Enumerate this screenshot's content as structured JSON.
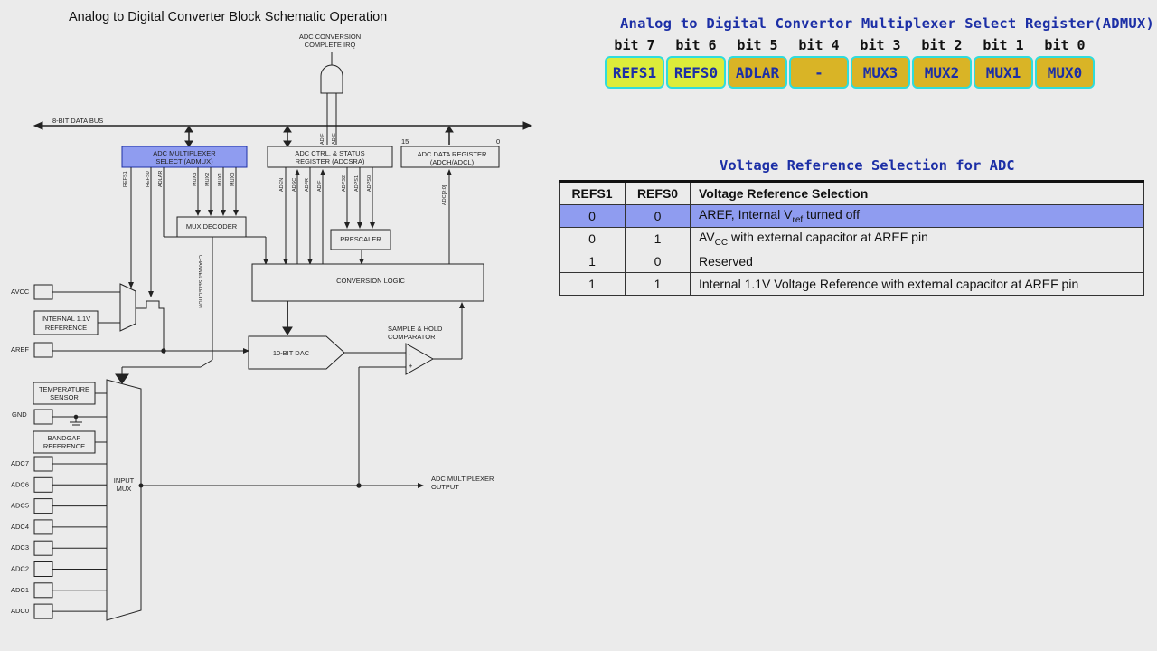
{
  "left_title": "Analog to Digital Converter Block Schematic Operation",
  "diagram": {
    "irq_label_1": "ADC CONVERSION",
    "irq_label_2": "COMPLETE IRQ",
    "bus_label": "8-BIT DATA BUS",
    "admux_1": "ADC MULTIPLEXER",
    "admux_2": "SELECT (ADMUX)",
    "adcsra_1": "ADC CTRL. & STATUS",
    "adcsra_2": "REGISTER (ADCSRA)",
    "adcdata_1": "ADC DATA REGISTER",
    "adcdata_2": "(ADCH/ADCL)",
    "bit15": "15",
    "bit0": "0",
    "adif": "ADIF",
    "adie": "ADIE",
    "refs1": "REFS1",
    "refs0": "REFS0",
    "adlar": "ADLAR",
    "mux3": "MUX3",
    "mux2": "MUX2",
    "mux1": "MUX1",
    "mux0": "MUX0",
    "aden": "ADEN",
    "adsc": "ADSC",
    "adfr": "ADFR",
    "adps2": "ADPS2",
    "adps1": "ADPS1",
    "adps0": "ADPS0",
    "adc_bits": "ADC[9:0]",
    "mux_decoder": "MUX DECODER",
    "prescaler": "PRESCALER",
    "conversion_logic": "CONVERSION LOGIC",
    "channel_selection": "CHANNEL SELECTION",
    "avcc": "AVCC",
    "int_ref_1": "INTERNAL 1.1V",
    "int_ref_2": "REFERENCE",
    "aref": "AREF",
    "dac": "10-BIT DAC",
    "sh_1": "SAMPLE & HOLD",
    "sh_2": "COMPARATOR",
    "minus": "-",
    "plus": "+",
    "temp_1": "TEMPERATURE",
    "temp_2": "SENSOR",
    "gnd": "GND",
    "bandgap_1": "BANDGAP",
    "bandgap_2": "REFERENCE",
    "input_mux_1": "INPUT",
    "input_mux_2": "MUX",
    "mux_out_1": "ADC MULTIPLEXER",
    "mux_out_2": "OUTPUT",
    "adc_channels": [
      "ADC7",
      "ADC6",
      "ADC5",
      "ADC4",
      "ADC3",
      "ADC2",
      "ADC1",
      "ADC0"
    ]
  },
  "register": {
    "title": "Analog to Digital Convertor Multiplexer Select Register(ADMUX)",
    "bits": [
      {
        "bit": "bit 7",
        "name": "REFS1",
        "color": "#dcec3a"
      },
      {
        "bit": "bit 6",
        "name": "REFS0",
        "color": "#dcec3a"
      },
      {
        "bit": "bit 5",
        "name": "ADLAR",
        "color": "#d9b426"
      },
      {
        "bit": "bit 4",
        "name": "-",
        "color": "#d9b426"
      },
      {
        "bit": "bit 3",
        "name": "MUX3",
        "color": "#d9b426"
      },
      {
        "bit": "bit 2",
        "name": "MUX2",
        "color": "#d9b426"
      },
      {
        "bit": "bit 1",
        "name": "MUX1",
        "color": "#d9b426"
      },
      {
        "bit": "bit 0",
        "name": "MUX0",
        "color": "#d9b426"
      }
    ]
  },
  "vref_table": {
    "title": "Voltage Reference Selection for ADC",
    "headers": [
      "REFS1",
      "REFS0",
      "Voltage Reference Selection"
    ],
    "rows": [
      {
        "refs1": "0",
        "refs0": "0",
        "sel_pre": "AREF, Internal V",
        "sel_sub": "ref",
        "sel_post": " turned off",
        "highlight": true
      },
      {
        "refs1": "0",
        "refs0": "1",
        "sel_pre": "AV",
        "sel_sub": "CC",
        "sel_post": " with external capacitor at AREF pin",
        "highlight": false
      },
      {
        "refs1": "1",
        "refs0": "0",
        "sel_pre": "Reserved",
        "sel_sub": "",
        "sel_post": "",
        "highlight": false
      },
      {
        "refs1": "1",
        "refs0": "1",
        "sel_pre": "Internal 1.1V Voltage Reference with external capacitor at AREF pin",
        "sel_sub": "",
        "sel_post": "",
        "highlight": false
      }
    ]
  },
  "colors": {
    "admux_highlight": "#8f9cf0",
    "accent_blue": "#1c2fa6",
    "bit_border": "#2fdcdc"
  }
}
